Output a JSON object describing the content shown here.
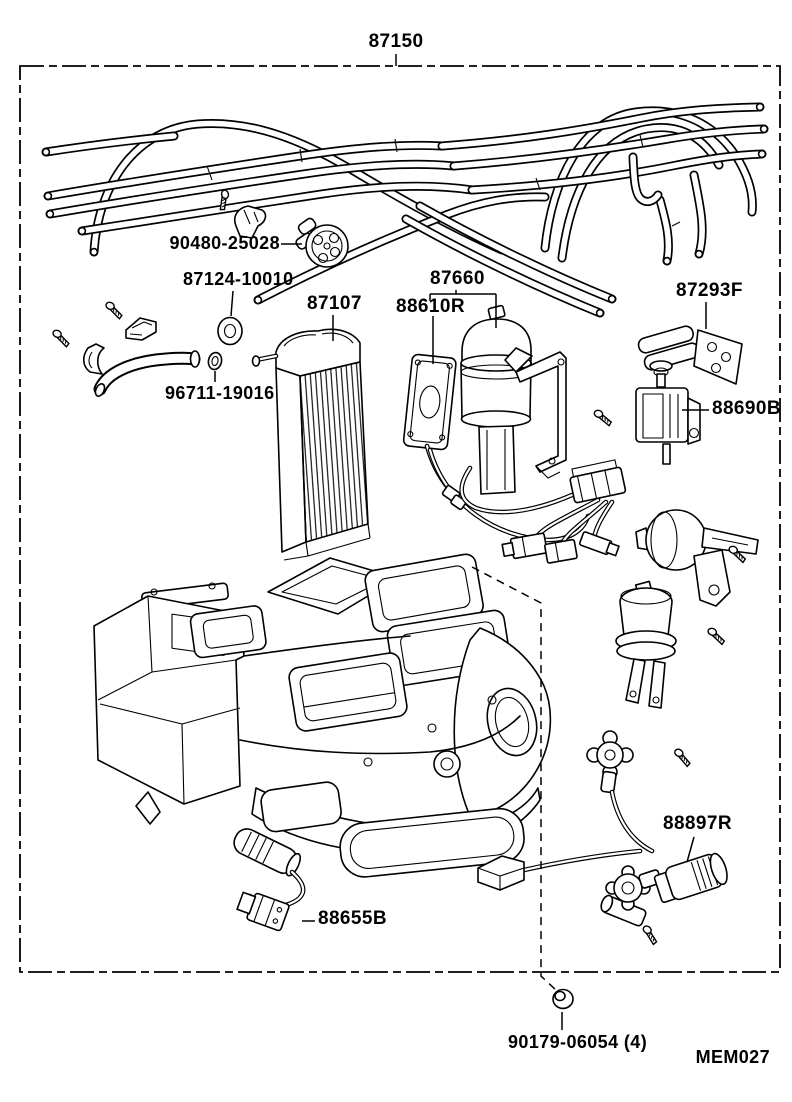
{
  "figure": {
    "assembly_label": "87150",
    "drawing_code": "MEM027",
    "part_labels": [
      "90480-25028",
      "87124-10010",
      "87107",
      "87660",
      "88610R",
      "87293F",
      "88690B",
      "96711-19016",
      "88655B",
      "88897R",
      "90179-06054 (4)"
    ]
  },
  "colors": {
    "line": "#000000",
    "background": "#ffffff"
  }
}
